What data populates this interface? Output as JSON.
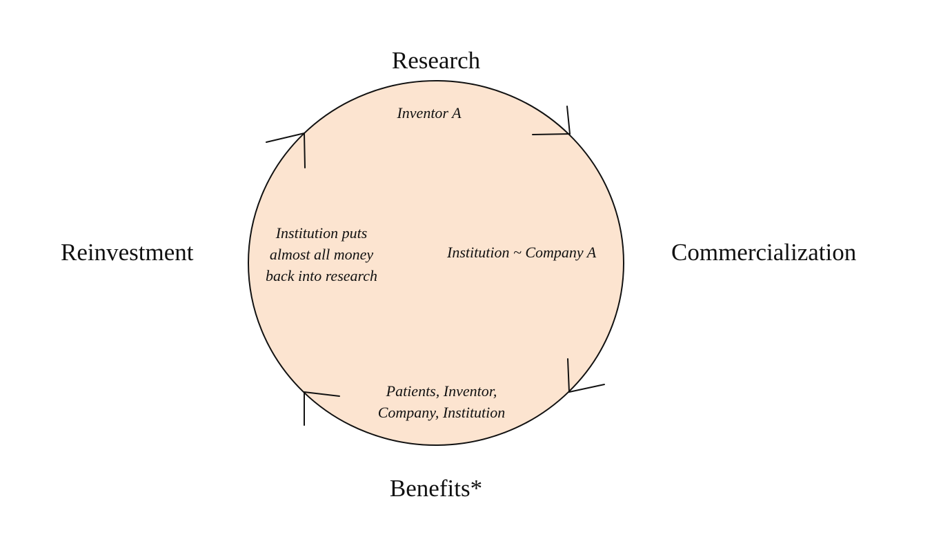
{
  "stages": {
    "research": "Research",
    "commercialization": "Commercialization",
    "benefits": "Benefits*",
    "reinvestment": "Reinvestment"
  },
  "inner": {
    "inventor": "Inventor A",
    "company": "Institution ~ Company A",
    "reinvest_lines": [
      "Institution puts",
      "almost all money",
      "back into research"
    ],
    "benefits_lines": [
      "Patients, Inventor,",
      "Company, Institution"
    ]
  },
  "colors": {
    "circle_fill": "#fce4d0",
    "stroke": "#111111"
  }
}
